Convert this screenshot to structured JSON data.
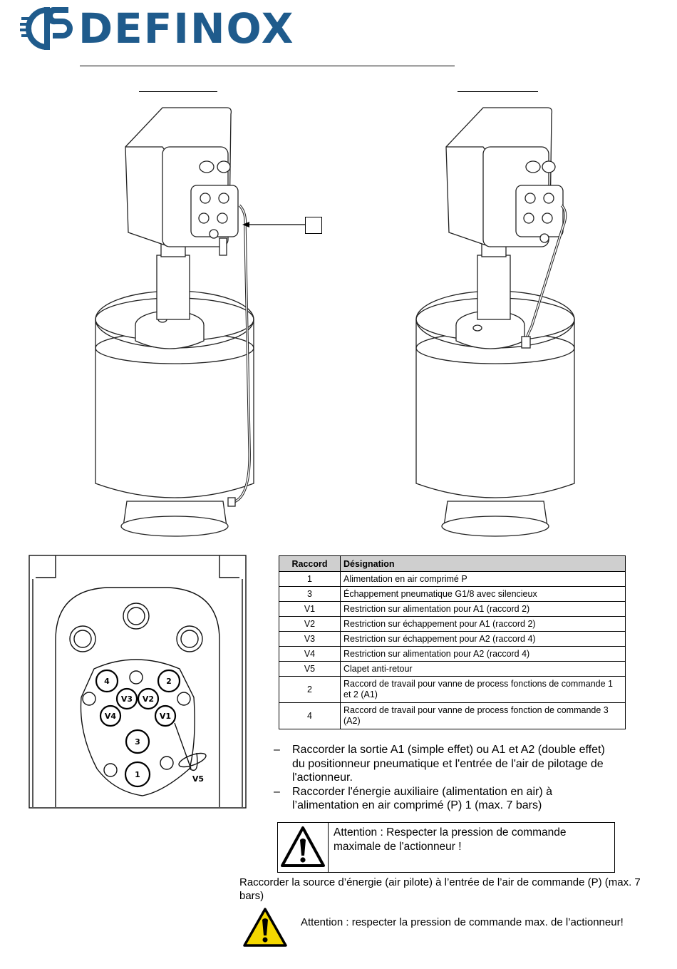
{
  "brand": {
    "name": "DEFINOX",
    "logo_color": "#1f5b8c"
  },
  "table": {
    "headers": [
      "Raccord",
      "Désignation"
    ],
    "rows": [
      {
        "code": "1",
        "desc": "Alimentation en air comprimé P"
      },
      {
        "code": "3",
        "desc": "Échappement pneumatique G1/8 avec silencieux"
      },
      {
        "code": "V1",
        "desc": "Restriction sur alimentation pour A1 (raccord 2)"
      },
      {
        "code": "V2",
        "desc": "Restriction sur échappement pour A1 (raccord 2)"
      },
      {
        "code": "V3",
        "desc": "Restriction sur échappement pour A2 (raccord 4)"
      },
      {
        "code": "V4",
        "desc": "Restriction sur alimentation pour A2 (raccord 4)"
      },
      {
        "code": "V5",
        "desc": "Clapet anti-retour"
      },
      {
        "code": "2",
        "desc": "Raccord de travail pour vanne de process fonctions de commande 1 et 2 (A1)"
      },
      {
        "code": "4",
        "desc": "Raccord de travail pour vanne de process fonction de commande 3 (A2)"
      }
    ]
  },
  "port_labels": {
    "p1": "1",
    "p2": "2",
    "p3": "3",
    "p4": "4",
    "v1": "V1",
    "v2": "V2",
    "v3": "V3",
    "v4": "V4",
    "v5": "V5"
  },
  "instructions": {
    "bullet1": "Raccorder la sortie A1 (simple effet) ou A1 et A2 (double effet) du positionneur pneumatique et l'entrée de l'air de pilotage de l'actionneur.",
    "bullet2": "Raccorder l'énergie auxiliaire (alimentation en air) à l’alimentation en air comprimé (P) 1 (max. 7 bars)",
    "warning1": "Attention : Respecter la pression de commande maximale de l'actionneur !",
    "paragraph": "Raccorder la source d’énergie (air pilote) à l’entrée de l’air de commande (P) (max. 7 bars)",
    "warning2": "Attention : respecter la pression de commande max. de l’actionneur!"
  },
  "colors": {
    "warning_yellow": "#f5d800",
    "table_header": "#cfcfcf"
  }
}
